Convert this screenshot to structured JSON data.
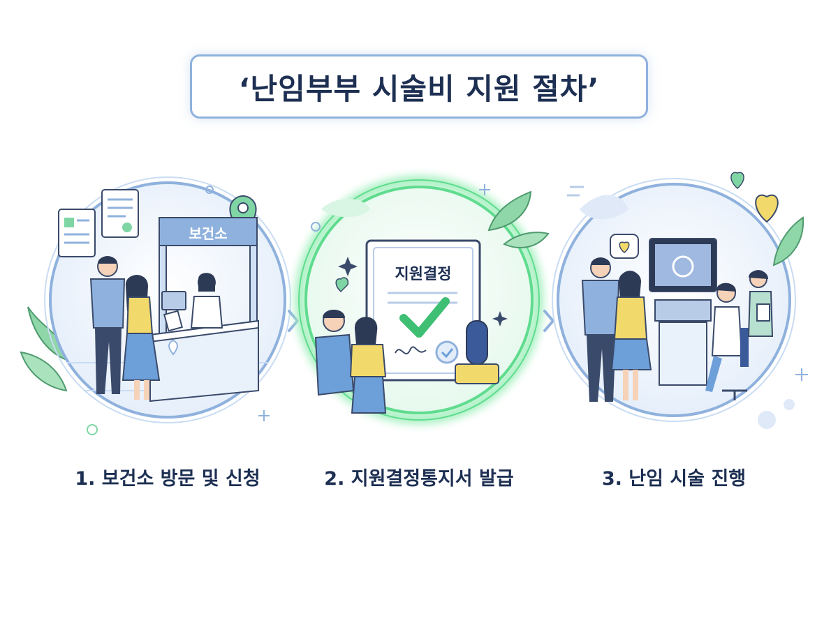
{
  "title": "‘난임부부 시술비 지원 절차’",
  "steps": [
    {
      "number": "1.",
      "label": "보건소 방문 및 신청",
      "sign": "보건소"
    },
    {
      "number": "2.",
      "label": "지원결정통지서 발급",
      "document_title": "지원결정"
    },
    {
      "number": "3.",
      "label": "난임 시술 진행"
    }
  ],
  "colors": {
    "navy": "#1d2f52",
    "blue_ring": "#8fb1dd",
    "green_ring": "#5fdc8e",
    "leaf_green": "#6dc792",
    "yellow": "#f2d96b",
    "heart_green": "#7fd6a4"
  },
  "icons": [
    "document-icon",
    "location-pin-icon",
    "checkmark-icon",
    "stamp-icon",
    "heart-icon",
    "sparkle-icon",
    "chevron-right-icon",
    "ultrasound-monitor-icon",
    "leaf-icon"
  ]
}
